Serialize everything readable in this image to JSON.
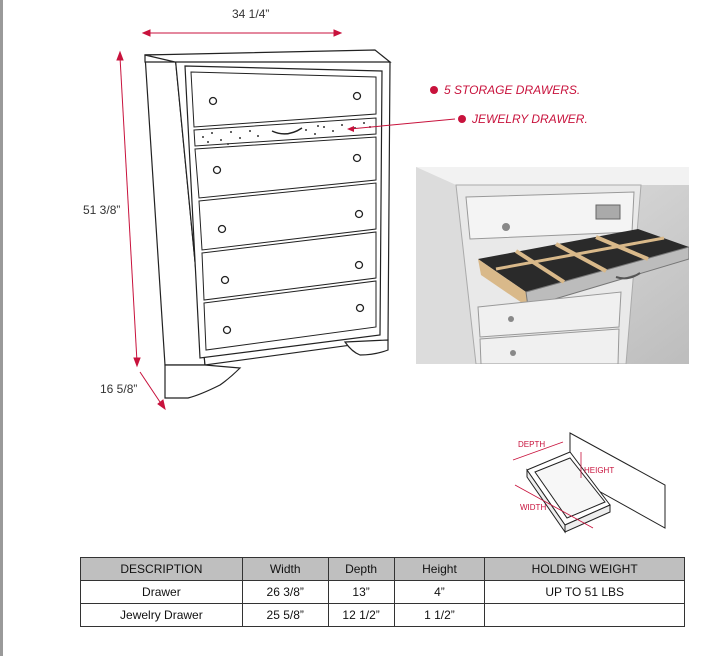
{
  "dimensions": {
    "width": "34 1/4”",
    "height": "51 3/8”",
    "depth": "16 5/8”"
  },
  "callouts": {
    "storage": "5 STORAGE DRAWERS.",
    "jewelry": "JEWELRY DRAWER."
  },
  "drawer_diagram": {
    "depth_label": "DEPTH",
    "height_label": "HEIGHT",
    "width_label": "WIDTH"
  },
  "colors": {
    "accent": "#c8123c",
    "header_bg": "#bfbfbf"
  },
  "table": {
    "headers": [
      "DESCRIPTION",
      "Width",
      "Depth",
      "Height",
      "HOLDING WEIGHT"
    ],
    "rows": [
      [
        "Drawer",
        "26  3/8”",
        "13”",
        "4”",
        "UP TO 51 LBS"
      ],
      [
        "Jewelry Drawer",
        "25  5/8”",
        "12  1/2”",
        "1  1/2”",
        ""
      ]
    ]
  }
}
